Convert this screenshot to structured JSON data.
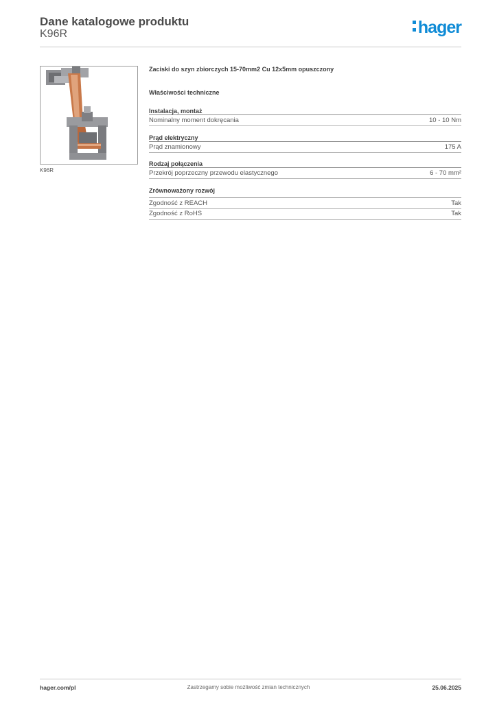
{
  "header": {
    "title": "Dane katalogowe produktu",
    "code": "K96R",
    "logo_text": "hager",
    "logo_color": "#0f8bd6"
  },
  "product": {
    "image_caption": "K96R",
    "subtitle": "Zaciski do szyn zbiorczych 15-70mm2 Cu 12x5mm opuszczony"
  },
  "specs": {
    "heading": "Właściwości techniczne",
    "groups": [
      {
        "title": "Instalacja, montaż",
        "rows": [
          {
            "label": "Nominalny moment dokręcania",
            "value": "10 - 10 Nm"
          }
        ]
      },
      {
        "title": "Prąd elektryczny",
        "rows": [
          {
            "label": "Prąd znamionowy",
            "value": "175 A"
          }
        ]
      },
      {
        "title": "Rodzaj połączenia",
        "rows": [
          {
            "label": "Przekrój poprzeczny przewodu elastycznego",
            "value": "6 - 70 mm²"
          }
        ]
      },
      {
        "title": "Zrównoważony rozwój",
        "rows": [
          {
            "label": "Zgodność z REACH",
            "value": "Tak"
          },
          {
            "label": "Zgodność z RoHS",
            "value": "Tak"
          }
        ]
      }
    ]
  },
  "footer": {
    "website": "hager.com/pl",
    "notice": "Zastrzegamy sobie możliwość zmian technicznych",
    "date": "25.06.2025"
  }
}
